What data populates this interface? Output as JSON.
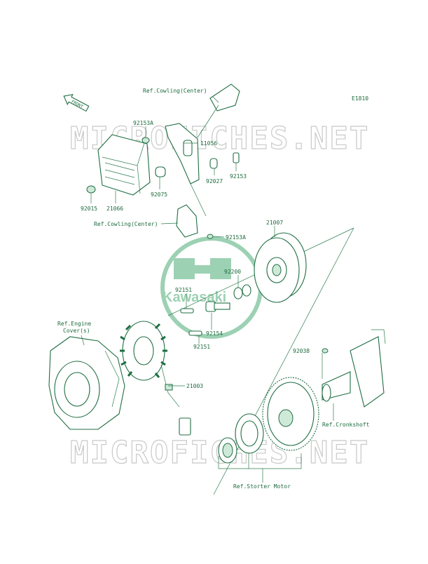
{
  "diagram_code": "E1810",
  "front_label": "FRONT",
  "watermark": "MICROFICHES.NET",
  "logo_text": "Kawasaki",
  "labels": {
    "ref_cowling_top": "Ref.Cowling(Center)",
    "ref_cowling_mid": "Ref.Cowling(Center)",
    "ref_engine_cover_1": "Ref.Engine",
    "ref_engine_cover_2": "Cover(s)",
    "ref_crankshaft": "Ref.Cronkshoft",
    "ref_starter_motor": "Ref.Storter Motor",
    "p92153A_top": "92153A",
    "p11056": "11056",
    "p92027": "92027",
    "p92153": "92153",
    "p92075": "92075",
    "p92015": "92015",
    "p21066": "21066",
    "p92153A_mid": "92153A",
    "p21007": "21007",
    "p92200": "92200",
    "p92151_a": "92151",
    "p92154": "92154",
    "p92151_b": "92151",
    "p21003": "21003",
    "p92038": "92038"
  },
  "colors": {
    "line": "#1f6e43",
    "watermark": "#c9c9c9",
    "logo": "#2e8b57"
  }
}
